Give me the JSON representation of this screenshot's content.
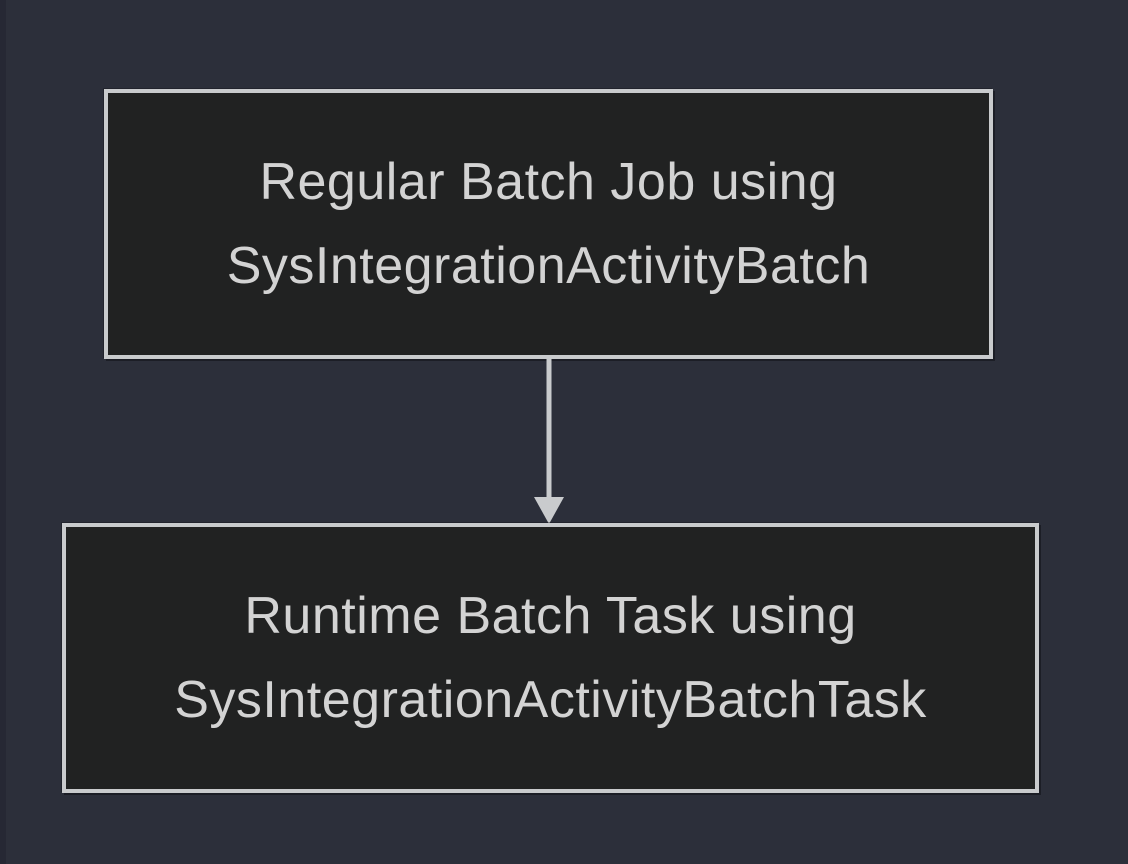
{
  "diagram": {
    "nodes": [
      {
        "id": "regular-batch-job",
        "line1": "Regular Batch Job using",
        "line2": "SysIntegrationActivityBatch"
      },
      {
        "id": "runtime-batch-task",
        "line1": "Runtime Batch Task using",
        "line2": "SysIntegrationActivityBatchTask"
      }
    ],
    "connector": {
      "type": "arrow-down",
      "from": "regular-batch-job",
      "to": "runtime-batch-task"
    }
  },
  "colors": {
    "background": "#2c2f3a",
    "left_edge": "#262834",
    "node_fill": "#212222",
    "node_border": "#c9cbcd",
    "node_text": "#d3d3d3",
    "arrow": "#c9cbcd"
  }
}
